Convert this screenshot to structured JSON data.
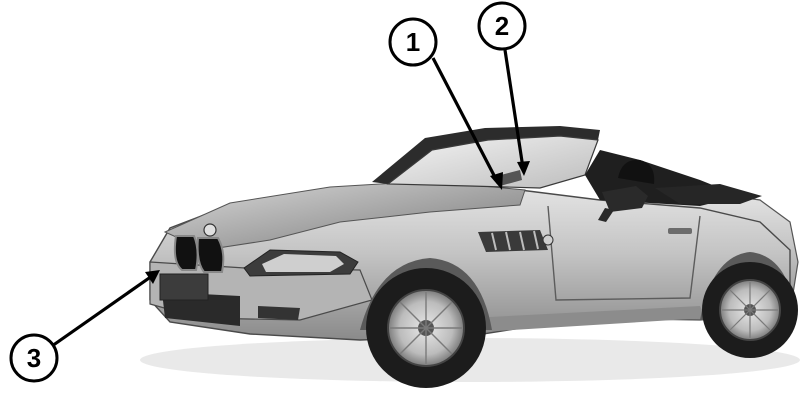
{
  "figure": {
    "subject": "convertible-roadster-illustration",
    "colors": {
      "ink": "#000000",
      "paper": "#ffffff",
      "body_light": "#d6d6d6",
      "body_mid": "#a9a9a9",
      "body_dark": "#6e6e6e",
      "tire": "#1c1c1c"
    }
  },
  "callouts": [
    {
      "id": "callout-1",
      "label": "1"
    },
    {
      "id": "callout-2",
      "label": "2"
    },
    {
      "id": "callout-3",
      "label": "3"
    }
  ]
}
